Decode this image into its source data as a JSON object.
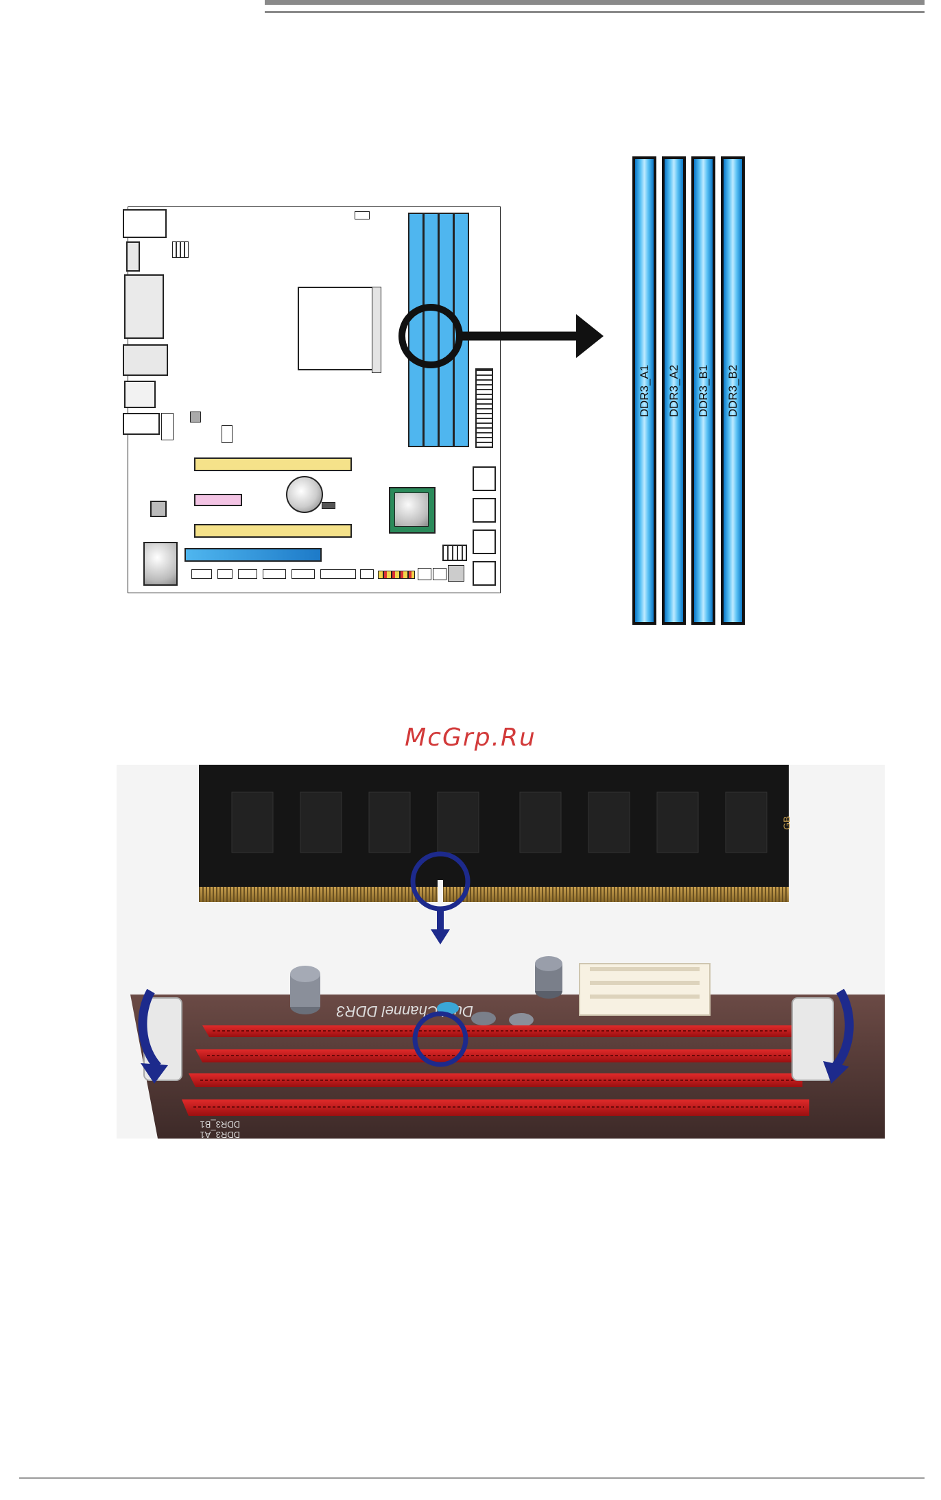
{
  "header": {
    "rule_color": "#8a8a8a"
  },
  "watermark": {
    "text": "McGrp.Ru",
    "color": "#d23a3a"
  },
  "slot_diagram": {
    "slot_color": "#4fb6ef",
    "slots": [
      {
        "label": "DDR3_A1"
      },
      {
        "label": "DDR3_A2"
      },
      {
        "label": "DDR3_B1"
      },
      {
        "label": "DDR3_B2"
      }
    ]
  },
  "install_photo": {
    "board_silkscreen": [
      "Dual Channel DDR3",
      "DDR3_B1",
      "DDR3_A1"
    ],
    "module_brand_mark": "GB",
    "slot_color": "#cc1a1a",
    "indicator_color": "#1d2a8c"
  }
}
